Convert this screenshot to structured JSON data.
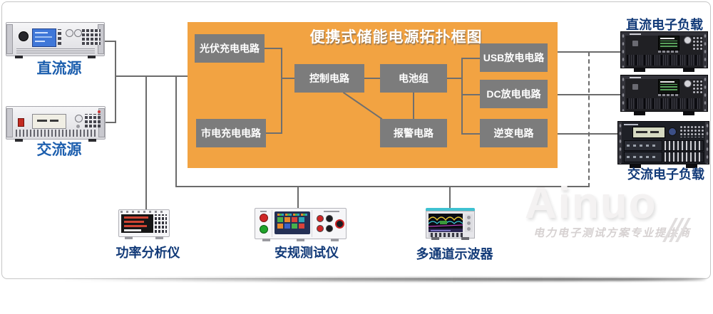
{
  "title": "便携式储能电源拓扑框图",
  "panel": {
    "boxes": [
      {
        "label": "光伏充电电路"
      },
      {
        "label": "市电充电电路"
      },
      {
        "label": "控制电路"
      },
      {
        "label": "电池组"
      },
      {
        "label": "报警电路"
      },
      {
        "label": "USB放电电路"
      },
      {
        "label": "DC放电电路"
      },
      {
        "label": "逆变电路"
      }
    ]
  },
  "instruments": {
    "dc_source": "直流源",
    "ac_source": "交流源",
    "power_analyzer": "功率分析仪",
    "safety_tester": "安规测试仪",
    "oscilloscope": "多通道示波器",
    "dc_load": "直流电子负载",
    "ac_load": "交流电子负载"
  },
  "watermark": {
    "brand": "Ainuo",
    "slogan": "电力电子测试方案专业提供商"
  },
  "colors": {
    "panel_orange": "#F2A342",
    "block_gray": "#7C7C7C",
    "wire_gray": "#6B6B6B",
    "source_label_blue": "#1D5FAE",
    "instrument_label_navy": "#123A78",
    "scope_accent_teal": "#3FC1D1"
  }
}
